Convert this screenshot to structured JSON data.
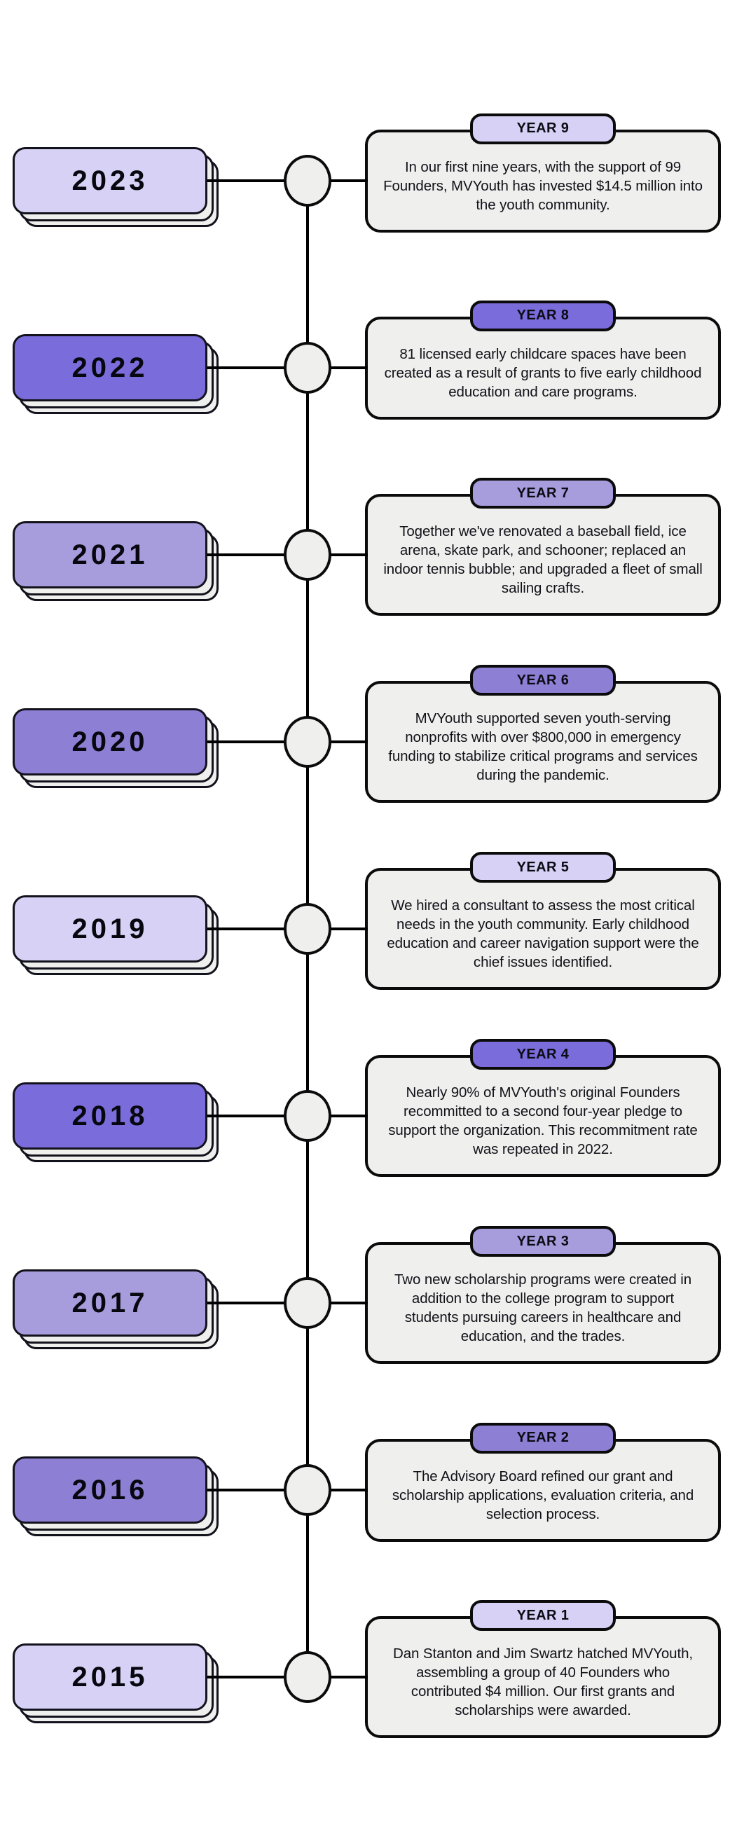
{
  "theme": {
    "background": "#ffffff",
    "stroke": "#0b0b0b",
    "card_fill": "#efefee",
    "node_fill": "#efefee",
    "purple_light": "#d7d2f5",
    "purple_medium": "#a79cdc",
    "purple_dark": "#7b6cdc"
  },
  "timeline": {
    "rows": [
      {
        "year": "2023",
        "badge": "YEAR 9",
        "body": "In our first nine years, with the support of 99 Founders, MVYouth has invested $14.5 million into the youth community.",
        "year_color": "#d7d2f5",
        "badge_color": "#d7d2f5"
      },
      {
        "year": "2022",
        "badge": "YEAR 8",
        "body": "81 licensed early childcare spaces have been created as a result of grants to five early childhood education and care programs.",
        "year_color": "#7b6cdc",
        "badge_color": "#7b6cdc"
      },
      {
        "year": "2021",
        "badge": "YEAR 7",
        "body": "Together we've renovated a baseball field, ice arena, skate park, and schooner; replaced an indoor tennis bubble; and upgraded a fleet of small sailing crafts.",
        "year_color": "#a79cdc",
        "badge_color": "#a79cdc"
      },
      {
        "year": "2020",
        "badge": "YEAR 6",
        "body": "MVYouth supported seven youth-serving nonprofits with over $800,000 in emergency funding to stabilize critical programs and services during the pandemic.",
        "year_color": "#8d7fd4",
        "badge_color": "#8d7fd4"
      },
      {
        "year": "2019",
        "badge": "YEAR 5",
        "body": "We hired a consultant to assess the most critical needs in the youth community. Early childhood education and career navigation support were the chief issues identified.",
        "year_color": "#d7d2f5",
        "badge_color": "#d7d2f5"
      },
      {
        "year": "2018",
        "badge": "YEAR 4",
        "body": "Nearly 90% of MVYouth's original Founders recommitted to a second four-year pledge to support the organization. This recommitment rate was repeated in 2022.",
        "year_color": "#7b6cdc",
        "badge_color": "#7b6cdc"
      },
      {
        "year": "2017",
        "badge": "YEAR 3",
        "body": "Two new scholarship programs were created in addition to the college program to support students pursuing careers in healthcare and education, and the trades.",
        "year_color": "#a79cdc",
        "badge_color": "#a79cdc"
      },
      {
        "year": "2016",
        "badge": "YEAR 2",
        "body": "The Advisory Board refined our grant and scholarship applications, evaluation criteria, and selection process.",
        "year_color": "#8d7fd4",
        "badge_color": "#8d7fd4"
      },
      {
        "year": "2015",
        "badge": "YEAR 1",
        "body": "Dan Stanton and Jim Swartz hatched MVYouth, assembling a group of 40 Founders who contributed $4 million. Our first grants and scholarships were awarded.",
        "year_color": "#d7d2f5",
        "badge_color": "#d7d2f5"
      }
    ]
  }
}
